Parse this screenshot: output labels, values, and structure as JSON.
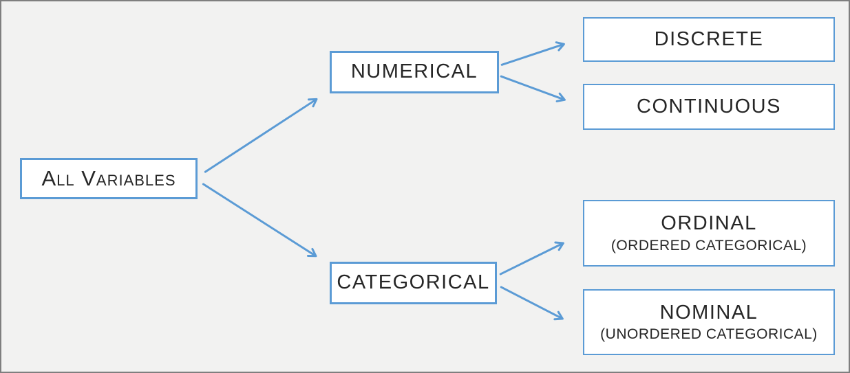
{
  "canvas": {
    "background_color": "#f2f2f1",
    "frame_color": "#7f7f7f",
    "accent_color": "#5b9bd5",
    "text_color": "#262626",
    "box_fill": "#ffffff"
  },
  "nodes": {
    "root": {
      "label": "All Variables"
    },
    "numerical": {
      "label": "NUMERICAL"
    },
    "categorical": {
      "label": "CATEGORICAL"
    },
    "discrete": {
      "label": "DISCRETE"
    },
    "continuous": {
      "label": "CONTINUOUS"
    },
    "ordinal": {
      "label": "ORDINAL",
      "sublabel": "(ORDERED CATEGORICAL)"
    },
    "nominal": {
      "label": "NOMINAL",
      "sublabel": "(UNORDERED CATEGORICAL)"
    }
  },
  "edges": [
    {
      "from": "root",
      "to": "numerical"
    },
    {
      "from": "root",
      "to": "categorical"
    },
    {
      "from": "numerical",
      "to": "discrete"
    },
    {
      "from": "numerical",
      "to": "continuous"
    },
    {
      "from": "categorical",
      "to": "ordinal"
    },
    {
      "from": "categorical",
      "to": "nominal"
    }
  ]
}
